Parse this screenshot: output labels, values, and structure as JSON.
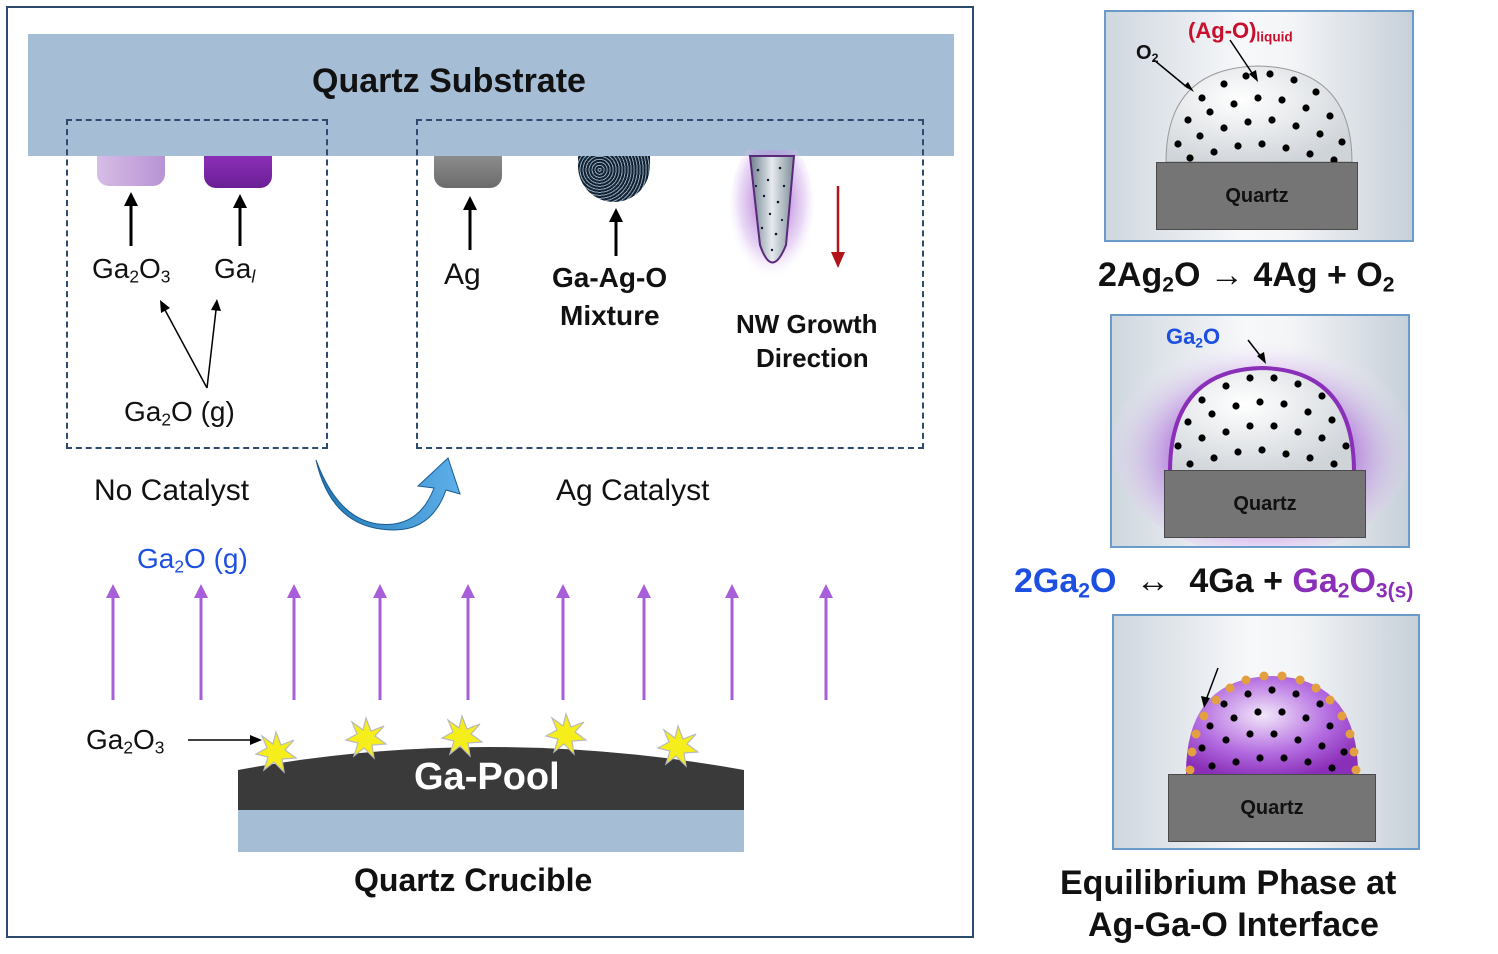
{
  "left_panel": {
    "substrate_label": "Quartz Substrate",
    "no_catalyst_box": {
      "title": "No Catalyst",
      "product_1": {
        "base": "Ga",
        "sub1": "2",
        "mid": "O",
        "sub2": "3"
      },
      "product_2": {
        "base": "Ga",
        "sub": "l"
      },
      "source": {
        "base": "Ga",
        "sub": "2",
        "rest": "O (g)"
      }
    },
    "ag_catalyst_box": {
      "title": "Ag Catalyst",
      "ag_label": "Ag",
      "mixture_line1": "Ga-Ag-O",
      "mixture_line2": "Mixture",
      "growth_line1": "NW Growth",
      "growth_line2": "Direction"
    },
    "vapor_label": {
      "base": "Ga",
      "sub": "2",
      "rest": "O (g)"
    },
    "oxide_label": {
      "base": "Ga",
      "sub1": "2",
      "mid": "O",
      "sub2": "3"
    },
    "pool_label": "Ga-Pool",
    "crucible_label": "Quartz Crucible"
  },
  "right_panel": {
    "panel1": {
      "o2": {
        "base": "O",
        "sub": "2"
      },
      "liquid": {
        "base": "(Ag-O)",
        "sub": "liquid"
      },
      "quartz": "Quartz"
    },
    "eq1": {
      "a": "2Ag",
      "a_sub": "2",
      "b": "O",
      "arrow": "→",
      "c": "4Ag + O",
      "c_sub": "2"
    },
    "panel2": {
      "ga2o": {
        "base": "Ga",
        "sub": "2",
        "rest": "O"
      },
      "quartz": "Quartz"
    },
    "eq2": {
      "a": "2Ga",
      "a_sub": "2",
      "b": "O",
      "arrow": "↔",
      "c": "4Ga + ",
      "d": "Ga",
      "d_sub": "2",
      "e": "O",
      "e_sub": "3(s)"
    },
    "panel3": {
      "quartz": "Quartz"
    },
    "caption_line1": "Equilibrium Phase at",
    "caption_line2": "Ag-Ga-O Interface"
  },
  "colors": {
    "substrate": "#a6bdd6",
    "frame": "#2e4a6e",
    "vapor_blue": "#1d4fe0",
    "vapor_arrow": "#a75fd9",
    "liquid_red": "#c8102e",
    "oxide_purple": "#8a2fb8",
    "pool": "#3a3a3a",
    "crucible": "#a6bdd6",
    "spark": "#f6ee1a",
    "quartz_block": "#757575",
    "growth_arrow": "#b1141a"
  }
}
